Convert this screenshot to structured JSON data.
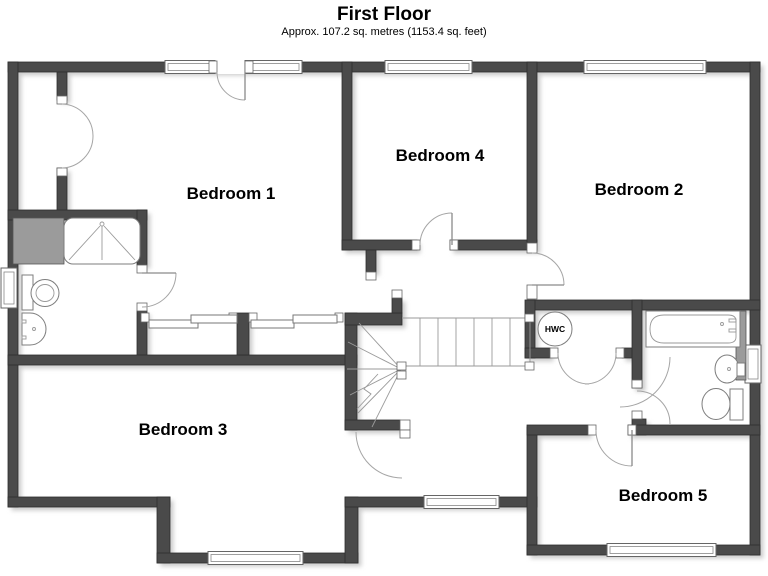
{
  "title": "First Floor",
  "subtitle": "Approx. 107.2 sq. metres (1153.4 sq. feet)",
  "rooms": [
    {
      "id": "bedroom-1",
      "label": "Bedroom 1"
    },
    {
      "id": "bedroom-2",
      "label": "Bedroom 2"
    },
    {
      "id": "bedroom-3",
      "label": "Bedroom 3"
    },
    {
      "id": "bedroom-4",
      "label": "Bedroom 4"
    },
    {
      "id": "bedroom-5",
      "label": "Bedroom 5"
    }
  ],
  "fixtures": {
    "hot_water_cylinder_label": "HWC"
  },
  "colors": {
    "wall": "#4a4a4a",
    "shadow": "#cccccc",
    "gray_block": "#9b9b9b",
    "text": "#000000"
  }
}
